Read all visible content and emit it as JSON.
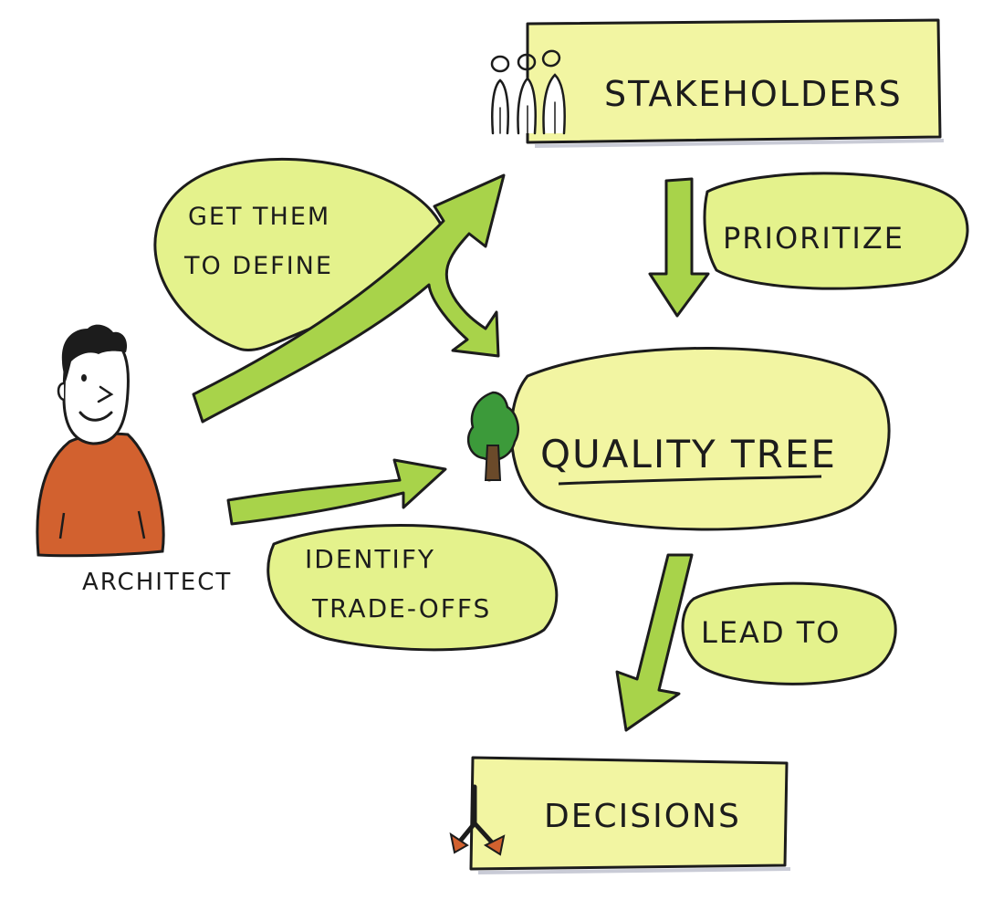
{
  "nodes": {
    "stakeholders": "Stakeholders",
    "quality_tree": "Quality Tree",
    "decisions": "Decisions",
    "architect": "Architect"
  },
  "edges": {
    "get_them_to_define": [
      "Get them",
      "to define"
    ],
    "prioritize": "Prioritize",
    "identify_trade_offs": [
      "Identify",
      "trade-offs"
    ],
    "lead_to": "Lead to"
  },
  "colors": {
    "box_fill": "#f2f5a2",
    "bubble_fill": "#e4f28c",
    "arrow_fill": "#a8d34a",
    "ink": "#1c1c1c",
    "shirt": "#d2612f",
    "tree": "#3c9a3a",
    "trunk": "#6b4a2a"
  },
  "icons": {
    "stakeholders": "people-group-icon",
    "quality_tree": "tree-icon",
    "decisions": "fork-arrows-icon"
  }
}
